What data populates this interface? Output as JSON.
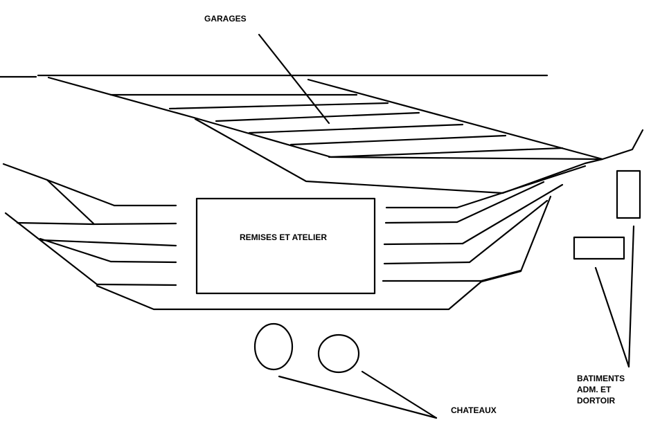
{
  "labels": {
    "garages": "GARAGES",
    "remises": "REMISES ET ATELIER",
    "chateaux": "CHATEAUX",
    "batiments": [
      "BATIMENTS",
      "ADM. ET",
      "DORTOIR"
    ]
  },
  "colors": {
    "ink": "#000000",
    "background": "#ffffff"
  }
}
